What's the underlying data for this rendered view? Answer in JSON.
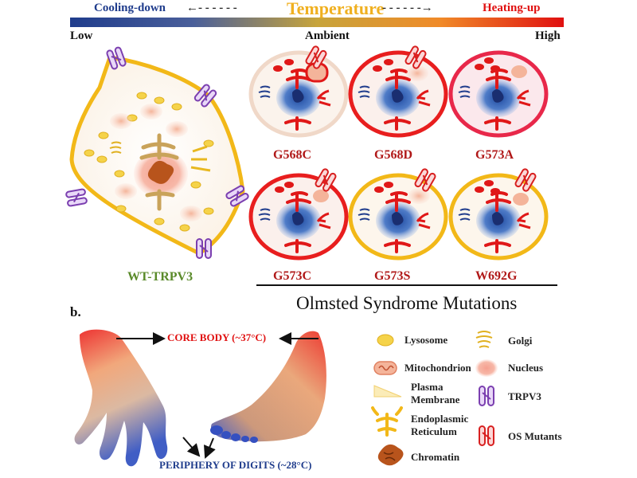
{
  "temperature": {
    "title": "Temperature",
    "cooling": "Cooling-down",
    "heating": "Heating-up",
    "low": "Low",
    "ambient": "Ambient",
    "high": "High",
    "arrow_left": "←- - - - - -",
    "arrow_right": "- - - - - -→"
  },
  "wt_label": "WT-TRPV3",
  "mutants": [
    "G568C",
    "G568D",
    "G573A",
    "G573C",
    "G573S",
    "W692G"
  ],
  "os_title": "Olmsted Syndrome Mutations",
  "panel_b": {
    "label": "b.",
    "core": "CORE BODY (~37°C)",
    "periphery": "PERIPHERY OF DIGITS (~28°C)"
  },
  "legend": {
    "lysosome": "Lysosome",
    "mitochondrion": "Mitochondrion",
    "plasma_1": "Plasma",
    "plasma_2": "Membrane",
    "er_1": "Endoplasmic",
    "er_2": "Reticulum",
    "chromatin": "Chromatin",
    "golgi": "Golgi",
    "nucleus": "Nucleus",
    "trpv3": "TRPV3",
    "os_mutants": "OS Mutants"
  },
  "colors": {
    "cold": "#1f3c8c",
    "ambient": "#f0b020",
    "hot": "#e01010",
    "wt_label": "#5a8a2a",
    "mutant_label": "#b01818",
    "channel_wt": "#7b3fb0",
    "channel_mut": "#d82020"
  }
}
